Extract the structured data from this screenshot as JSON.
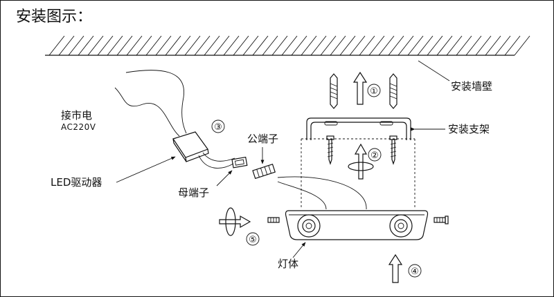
{
  "title": "安装图示：",
  "labels": {
    "wall": "安装墙壁",
    "bracket": "安装支架",
    "mains": "接市电",
    "voltage": "AC220V",
    "driver": "LED驱动器",
    "male_connector": "公端子",
    "female_connector": "母端子",
    "lamp_body": "灯体"
  },
  "steps": [
    "①",
    "②",
    "③",
    "④",
    "⑤"
  ]
}
